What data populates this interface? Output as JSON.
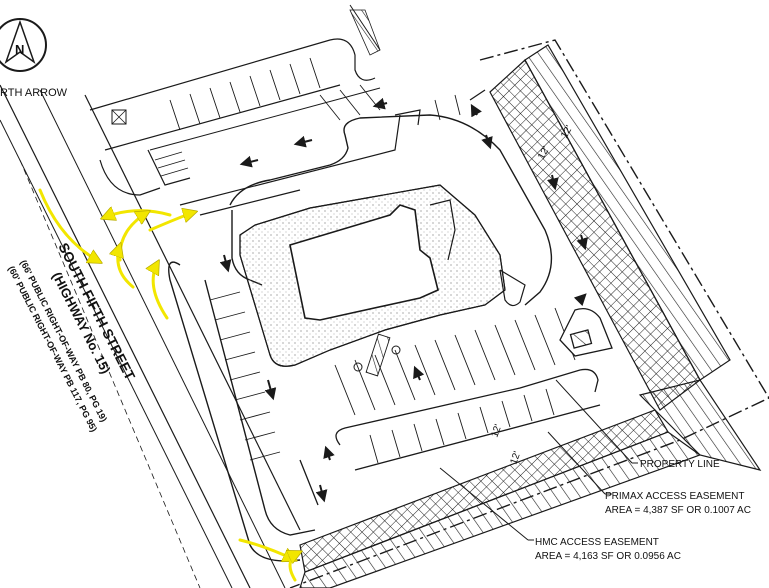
{
  "north_arrow": {
    "letter": "N",
    "caption": "RTH ARROW"
  },
  "street": {
    "name": "SOUTH FIFTH STREET",
    "highway": "(HIGHWAY No. 15)",
    "row_1": "(66' PUBLIC RIGHT-OF-WAY PB 80, PG 19)",
    "row_2": "(60' PUBLIC RIGHT-OF-WAY PB 117, PG 95)"
  },
  "callouts": {
    "property_line": "PROPERTY LINE",
    "primax_title": "PRIMAX ACCESS EASEMENT",
    "primax_area": "AREA = 4,387 SF OR 0.1007 AC",
    "hmc_title": "HMC  ACCESS EASEMENT",
    "hmc_area": "AREA = 4,163 SF OR 0.0956 AC"
  },
  "dimensions": {
    "top": "12'",
    "top_b": "12'",
    "bottom": "12'",
    "bottom_b": "12'"
  },
  "colors": {
    "line": "#1a1a1a",
    "highlight": "#f2e600",
    "hatch": "#222222"
  }
}
